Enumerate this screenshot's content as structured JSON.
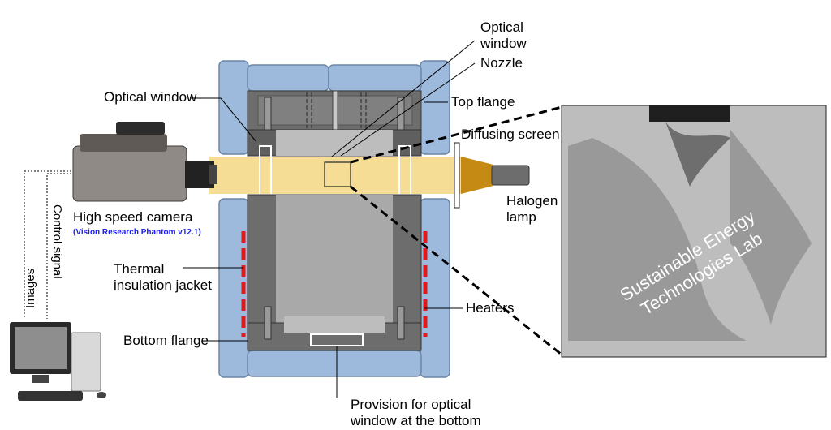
{
  "labels": {
    "optical_window_top": "Optical\nwindow",
    "nozzle": "Nozzle",
    "optical_window_left": "Optical window",
    "top_flange": "Top flange",
    "diffusing_screen": "Diffusing screen",
    "halogen_lamp": "Halogen\nlamp",
    "high_speed_camera": "High speed camera",
    "camera_model": "(Vision Research Phantom v12.1)",
    "control_signal": "Control signal",
    "images": "Images",
    "thermal_insulation_jacket": "Thermal\ninsulation jacket",
    "heaters": "Heaters",
    "bottom_flange": "Bottom flange",
    "provision_bottom_window": "Provision for optical\nwindow at the bottom"
  },
  "watermark": {
    "line1": "Sustainable Energy",
    "line2": "Technologies Lab"
  },
  "colors": {
    "jacket_blue": "#9db9dc",
    "flange_gray": "#6d6d6d",
    "chamber_gray": "#a9a9a9",
    "light_beam": "#f5d98a",
    "heater_red": "#e01a1a",
    "lamp_gold": "#c58a14",
    "camera_model_text": "#1a1aff"
  }
}
